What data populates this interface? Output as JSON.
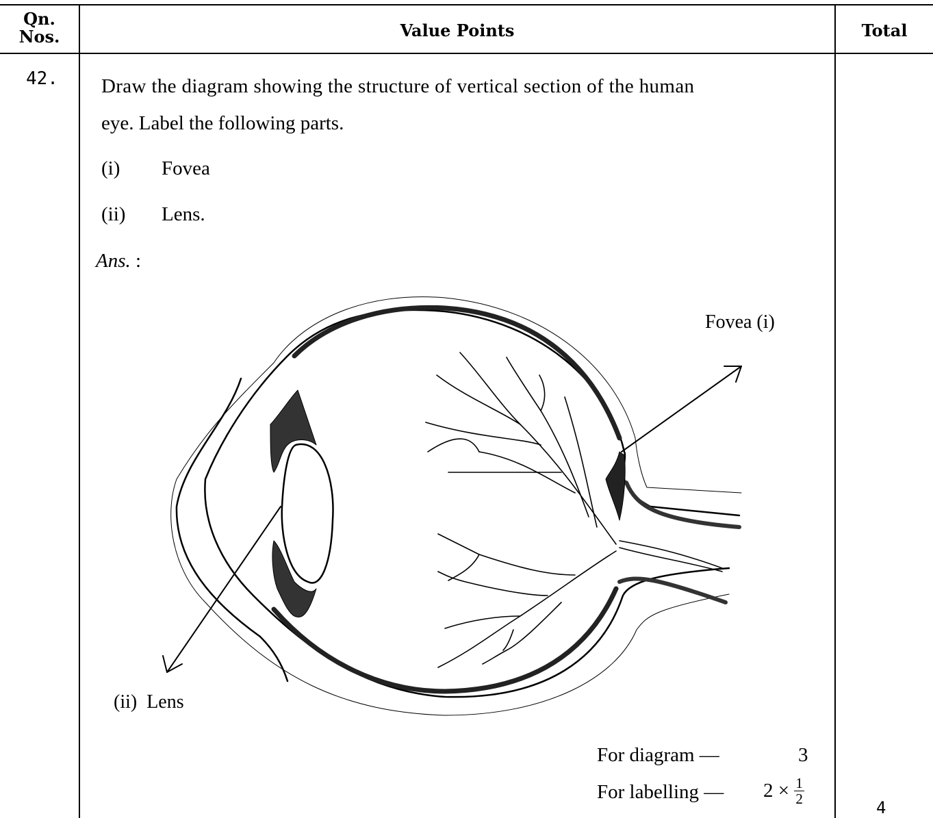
{
  "header": {
    "qn_line1": "Qn.",
    "qn_line2": "Nos.",
    "value_points": "Value Points",
    "total": "Total"
  },
  "question": {
    "number": "42.",
    "text_line1": "Draw the diagram showing the structure of vertical section of the human",
    "text_line2": "eye. Label the following parts.",
    "parts": [
      {
        "marker": "(i)",
        "label": "Fovea"
      },
      {
        "marker": "(ii)",
        "label": "Lens."
      }
    ],
    "ans_label": "Ans.",
    "ans_colon": ":"
  },
  "diagram": {
    "label_fovea": "Fovea (i)",
    "label_lens": "(ii)  Lens"
  },
  "marking": {
    "diagram_label": "For diagram —",
    "diagram_marks": "3",
    "labelling_label": "For labelling —",
    "labelling_multiplier": "2 ×",
    "frac_num": "1",
    "frac_den": "2",
    "total": "4"
  }
}
